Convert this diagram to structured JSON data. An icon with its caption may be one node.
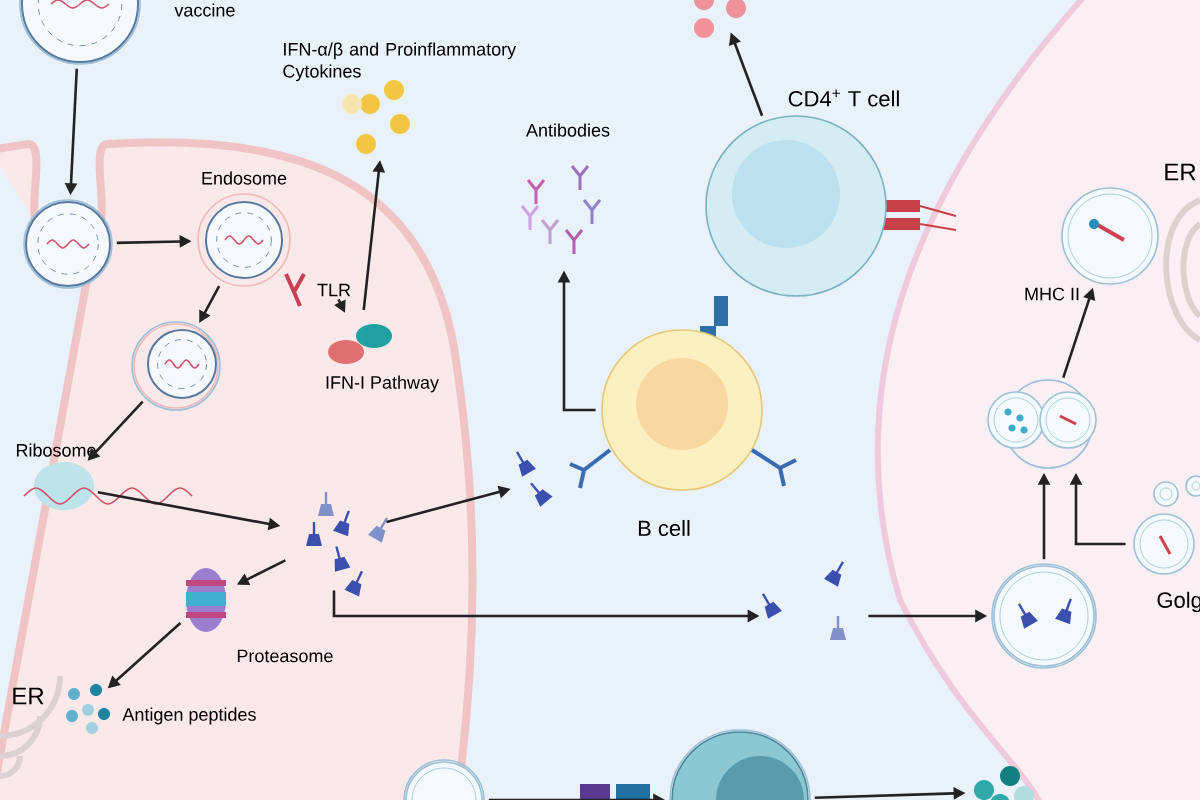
{
  "diagram": {
    "nodes": [
      {
        "text": [],
        "shape": "circle",
        "beside": [
          "vaccine"
        ]
      },
      {
        "text": [],
        "shape": "circle"
      },
      {
        "text": [
          "Endosome"
        ]
      },
      {
        "text": [
          "TLR"
        ]
      },
      {
        "text": [],
        "shape": "circle"
      },
      {
        "text": [
          "Ribosome"
        ]
      },
      {
        "text": [],
        "shape": "picture"
      },
      {
        "text": [
          "IFN-I Pathway"
        ]
      },
      {
        "text": [
          "IFN-α/β and Proinflammatory Cytokines"
        ]
      },
      {
        "text": [
          "Proteasome"
        ]
      },
      {
        "text": [
          "Antigen peptides"
        ]
      },
      {
        "text": [
          "B cell"
        ]
      },
      {
        "text": [
          "Antibodies"
        ]
      },
      {
        "text": [
          "CD4$^{+}$ T cell"
        ]
      },
      {
        "text": [],
        "shape": "picture"
      },
      {
        "text": [],
        "shape": "picture"
      },
      {
        "text": [],
        "shape": "picture"
      },
      {
        "text": [],
        "shape": "circle"
      },
      {
        "text": [],
        "shape": "circle"
      },
      {
        "text": [
          "MHC II"
        ]
      },
      {
        "text": [
          "Golg"
        ]
      },
      {
        "text": [],
        "shape": "circle"
      },
      {
        "text": [],
        "shape": "circle"
      },
      {
        "text": [],
        "shape": "picture"
      }
    ],
    "edges": [
      {
        "from": 0,
        "to": 1,
        "arrow": "to"
      },
      {
        "from": 1,
        "to": 2,
        "arrow": "to"
      },
      {
        "from": 2,
        "to": 4,
        "arrow": "to"
      },
      {
        "from": 3,
        "to": 7,
        "arrow": "to"
      },
      {
        "from": 7,
        "to": 8,
        "arrow": "to"
      },
      {
        "from": 4,
        "to": 5,
        "arrow": "to"
      },
      {
        "from": 5,
        "to": 6,
        "arrow": "to"
      },
      {
        "from": 6,
        "to": 15,
        "arrow": "to"
      },
      {
        "from": 6,
        "to": 9,
        "arrow": "to"
      },
      {
        "from": 9,
        "to": 10,
        "arrow": "to"
      },
      {
        "from": 11,
        "to": 12,
        "arrow": "to"
      },
      {
        "from": 13,
        "to": 14,
        "arrow": "to"
      },
      {
        "from": 6,
        "to": 16,
        "arrow": "to"
      },
      {
        "from": 16,
        "to": 17,
        "arrow": "to"
      },
      {
        "from": 17,
        "to": 18,
        "arrow": "to"
      },
      {
        "from": 20,
        "to": 18,
        "arrow": "to"
      },
      {
        "from": 18,
        "to": 19,
        "arrow": "to"
      },
      {
        "from": 21,
        "to": 22,
        "arrow": "to"
      },
      {
        "from": 22,
        "to": 23,
        "arrow": "to"
      }
    ],
    "labels": [
      "ER",
      "ER"
    ]
  }
}
